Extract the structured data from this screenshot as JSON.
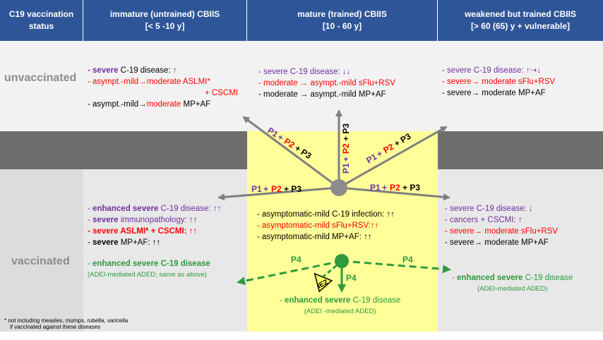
{
  "header": {
    "col0": [
      "C19 vaccination",
      "status"
    ],
    "col1": [
      "immature (untrained) CBIIS",
      "[< 5 -10 y]"
    ],
    "col2": [
      "mature (trained) CBIIS",
      "[10 - 60 y]"
    ],
    "col3": [
      "weakened but trained CBIIS",
      "[> 60 (65) y + vulnerable]"
    ]
  },
  "rows": {
    "unvaccinated": "unvaccinated",
    "vaccinated": "vaccinated"
  },
  "unvacc": {
    "c1": {
      "l1a": "- severe",
      "l1b": " C-19 disease: ",
      "l1c": "↑",
      "l2": "- asympt.-mild→moderate ASLMI*",
      "l3": "+ CSCMI",
      "l4a": "- asympt.-mild→",
      "l4b": "moderate",
      "l4c": " MP+AF"
    },
    "c2": {
      "l1": "- severe C-19 disease: ↓↓",
      "l2a": "- moderate → asympt.-mild sFlu+RSV",
      "l3": "- moderate → asympt.-mild MP+AF"
    },
    "c3": {
      "l1": "- severe C-19 disease: ↑⇢↓",
      "l2": "- severe→ moderate sFlu+RSV",
      "l3": "- severe→ moderate MP+AF"
    }
  },
  "vacc": {
    "c1": {
      "l1a": "- ",
      "l1b": "enhanced severe",
      "l1c": " C-19 disease: ↑↑",
      "l2a": "- ",
      "l2b": "severe",
      "l2c": " immunopathology: ↑↑",
      "l3": "- severe ASLMI* + CSCMI: ↑↑",
      "l4a": "- ",
      "l4b": "severe",
      "l4c": " MP+AF: ↑↑",
      "l5a": "- ",
      "l5b": "enhanced severe",
      "l5c": " C-19 disease",
      "l6": "(ADEI-mediated ADED; same as above)"
    },
    "c2": {
      "l1": "- asymptomatic-mild C-19 infection: ↑↑",
      "l2": "- asymptomatic-mild sFlu+RSV:↑↑",
      "l3": "- asymptomatic-mild MP+AF: ↑↑",
      "l4a": "- ",
      "l4b": "enhanced severe",
      "l4c": " C-19 disease",
      "l5": "(ADEI -mediated ADED)"
    },
    "c3": {
      "l1": "- severe C-19 disease: ↓",
      "l2": "- cancers + CSCMI: ↑",
      "l3": "- severe→ moderate sFlu+RSV",
      "l4": "- severe→ moderate MP+AF",
      "l5a": "- ",
      "l5b": "enhanced severe",
      "l5c": " C-19 disease",
      "l6": "(ADEI-mediated ADED)"
    }
  },
  "footnote": [
    "* not including measles, mumps, rubella, varicella",
    "if vaccinated against these diseases"
  ],
  "arrows": {
    "p1": "P1",
    "plus": "+",
    "p2": "P2",
    "p3": "+ P3",
    "p3b": "P3",
    "p4": "P4",
    "ie2": "IE2"
  },
  "colors": {
    "header": "#2e5597",
    "yellow": "#ffff99",
    "gray_band": "#6e6e6e",
    "purple": "#7030a0",
    "red": "#ff0000",
    "green": "#2e9a3e"
  }
}
